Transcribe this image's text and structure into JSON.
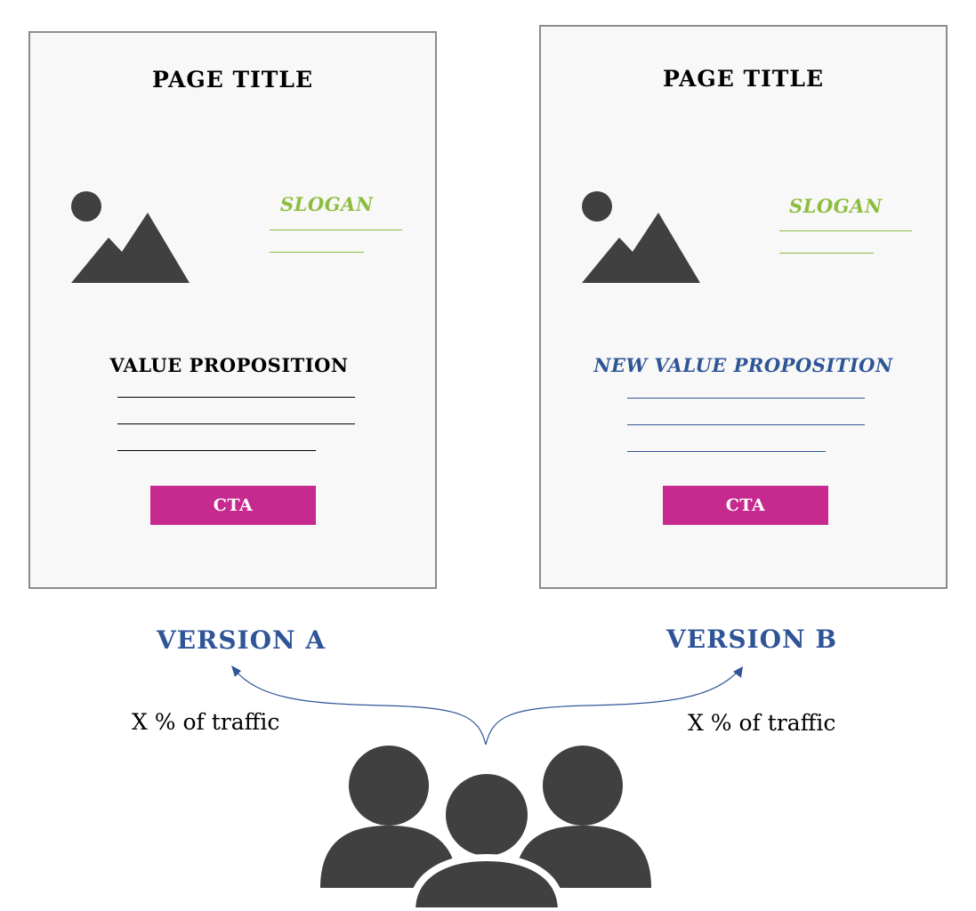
{
  "colors": {
    "slogan": "#8dbd3e",
    "value_prop_b": "#2f5597",
    "cta": "#c72a8f",
    "version_label": "#2f5597",
    "icon": "#404040",
    "card_border": "#8c8c8c",
    "card_bg": "#f8f8f8"
  },
  "version_a": {
    "page_title": "PAGE TITLE",
    "slogan": "SLOGAN",
    "value_proposition": "VALUE PROPOSITION",
    "cta": "CTA",
    "label": "VERSION A",
    "traffic": "X % of traffic"
  },
  "version_b": {
    "page_title": "PAGE TITLE",
    "slogan": "SLOGAN",
    "value_proposition": "NEW VALUE PROPOSITION",
    "cta": "CTA",
    "label": "VERSION B",
    "traffic": "X % of traffic"
  },
  "icons": {
    "image": "image-placeholder-icon",
    "users": "users-group-icon"
  }
}
